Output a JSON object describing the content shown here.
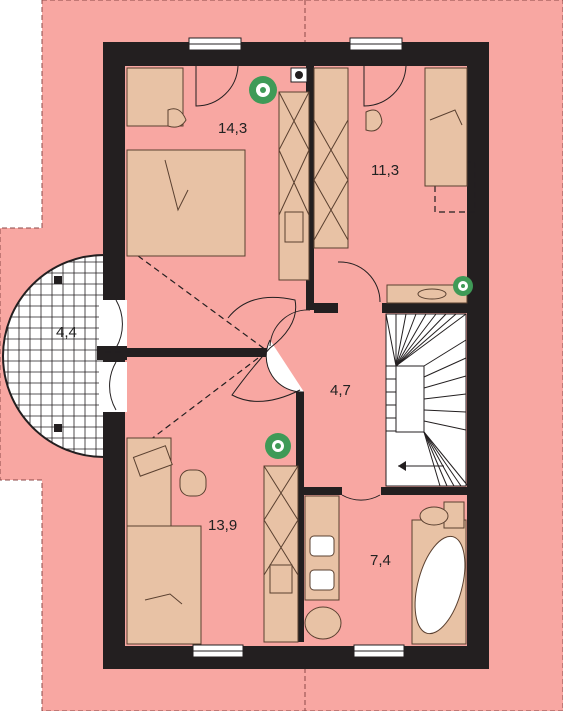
{
  "colors": {
    "roof": "#f8a7a2",
    "wall": "#231f20",
    "floor": "#ffffff",
    "furniture": "#e8c2a5",
    "furniture_stroke": "#5a4030",
    "plant": "#3f9a57"
  },
  "rooms": [
    {
      "id": "bedroom-northwest",
      "area": "14,3"
    },
    {
      "id": "bedroom-northeast",
      "area": "11,3"
    },
    {
      "id": "balcony",
      "area": "4,4"
    },
    {
      "id": "hall",
      "area": "4,7"
    },
    {
      "id": "bedroom-southwest",
      "area": "13,9"
    },
    {
      "id": "bathroom",
      "area": "7,4"
    }
  ],
  "icons": [
    "plant-icon",
    "bathtub-icon",
    "toilet-icon",
    "washbasin-icon",
    "bed-icon",
    "desk-icon",
    "stair-icon",
    "chimney-icon"
  ]
}
